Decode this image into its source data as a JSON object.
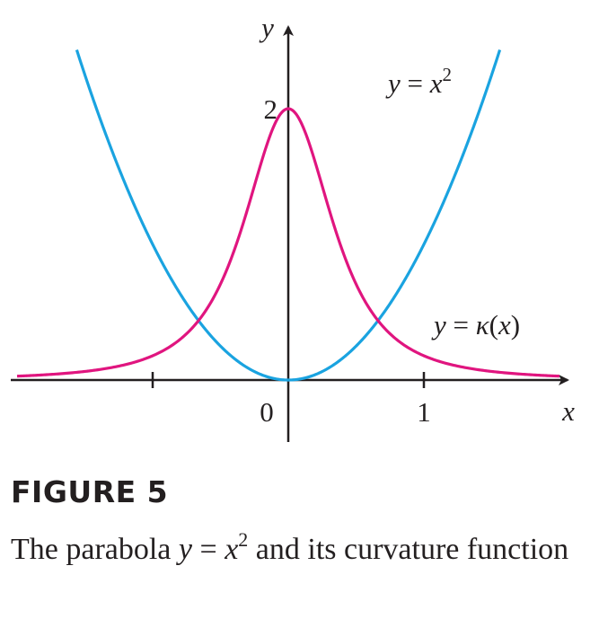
{
  "chart_data": {
    "type": "line",
    "xlabel": "x",
    "ylabel": "y",
    "x_ticks": [
      {
        "value": -1,
        "label": ""
      },
      {
        "value": 0,
        "label": "0"
      },
      {
        "value": 1,
        "label": "1"
      }
    ],
    "y_ticks": [
      {
        "value": 2,
        "label": "2"
      }
    ],
    "xlim": [
      -2.05,
      2.05
    ],
    "ylim": [
      -0.45,
      2.65
    ],
    "series": [
      {
        "name": "y = x²",
        "label_prefix": "y = x",
        "label_sup": "2",
        "color": "#1aa3e0",
        "formula": "x^2",
        "x_range": [
          -1.56,
          1.56
        ]
      },
      {
        "name": "y = κ(x)",
        "label": "y = κ(x)",
        "color": "#e0157f",
        "formula": "2 / (1 + 4x^2)^(3/2)",
        "x_range": [
          -2.0,
          2.0
        ]
      }
    ]
  },
  "caption": {
    "title": "FIGURE 5",
    "text_1": "The parabola ",
    "math_1": "y",
    "math_2": " = ",
    "math_3": "x",
    "sup": "2",
    "text_2": " and its curvature function"
  }
}
